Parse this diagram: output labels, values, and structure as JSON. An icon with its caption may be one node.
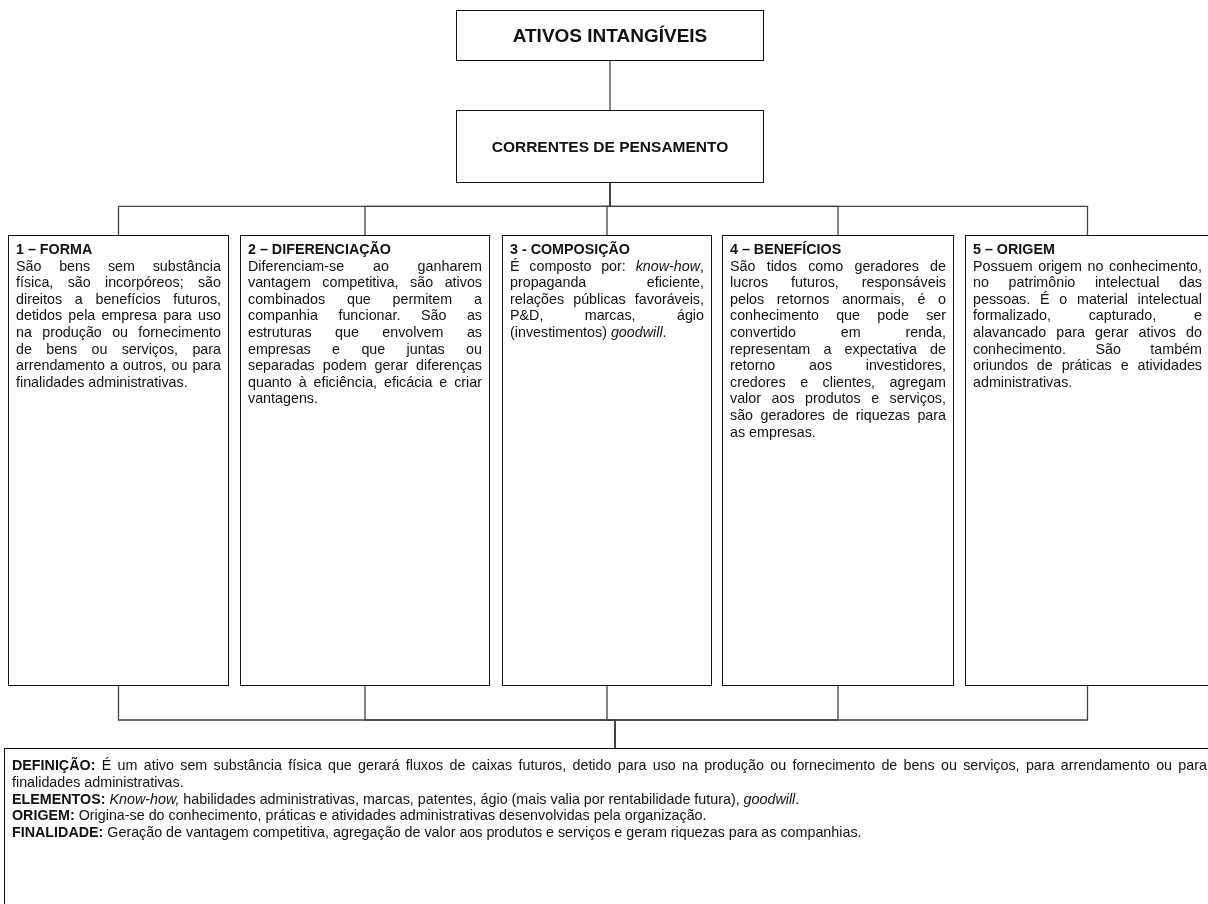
{
  "diagram": {
    "nodes": [
      {
        "text": [
          "ATIVOS INTANGÍVEIS"
        ]
      },
      {
        "text": [
          "CORRENTES DE PENSAMENTO"
        ]
      },
      {
        "text": [
          "1 – FORMA",
          "São bens sem substância física, são incorpóreos; são direitos a benefícios futuros, detidos pela empresa para uso na produção ou fornecimento de bens ou serviços, para arrendamento a outros, ou para finalidades administrativas."
        ]
      },
      {
        "text": [
          "2 – DIFERENCIAÇÃO",
          "Diferenciam-se ao ganharem vantagem competitiva, são ativos combinados que permitem a companhia funcionar. São as estruturas que envolvem as empresas e que juntas ou separadas podem gerar diferenças quanto à eficiência, eficácia e criar vantagens."
        ]
      },
      {
        "text": [
          "3 - COMPOSIÇÃO",
          "É composto por: *know-how*, propaganda eficiente, relações públicas favoráveis, P&D, marcas, ágio (investimentos) *goodwill*."
        ]
      },
      {
        "text": [
          "4 – BENEFÍCIOS",
          "São tidos como geradores de lucros futuros, responsáveis pelos retornos anormais, é o conhecimento que pode ser convertido em renda, representam a expectativa de retorno aos investidores, credores e clientes, agregam valor aos produtos e serviços, são geradores de riquezas para as empresas."
        ]
      },
      {
        "text": [
          "5 – ORIGEM",
          "Possuem origem no conhecimento, no patrimônio intelectual das pessoas. É o material intelectual formalizado, capturado, e alavancado para gerar ativos do conhecimento. São também oriundos de práticas e atividades administrativas."
        ]
      },
      {
        "text": [
          "**DEFINIÇÃO:** É um ativo sem substância física que gerará fluxos de caixas futuros, detido para uso na produção ou fornecimento de bens ou serviços, para arrendamento ou para finalidades administrativas.",
          "**ELEMENTOS:** *Know-how,* habilidades administrativas, marcas, patentes, ágio (mais valia por rentabilidade futura), *goodwill*.",
          "**ORIGEM:** Origina-se do conhecimento, práticas e atividades administrativas desenvolvidas pela organização.",
          "**FINALIDADE:** Geração de vantagem competitiva, agregação de valor aos produtos e serviços e geram riquezas para as companhias."
        ]
      }
    ],
    "edges": [
      {
        "from": 0,
        "to": 1,
        "arrow": "none"
      },
      {
        "from": 1,
        "to": 2,
        "arrow": "none"
      },
      {
        "from": 1,
        "to": 3,
        "arrow": "none"
      },
      {
        "from": 1,
        "to": 4,
        "arrow": "none"
      },
      {
        "from": 1,
        "to": 5,
        "arrow": "none"
      },
      {
        "from": 1,
        "to": 6,
        "arrow": "none"
      },
      {
        "from": 2,
        "to": 7,
        "arrow": "none"
      },
      {
        "from": 3,
        "to": 7,
        "arrow": "none"
      },
      {
        "from": 4,
        "to": 7,
        "arrow": "none"
      },
      {
        "from": 5,
        "to": 7,
        "arrow": "none"
      },
      {
        "from": 6,
        "to": 7,
        "arrow": "none"
      }
    ]
  }
}
